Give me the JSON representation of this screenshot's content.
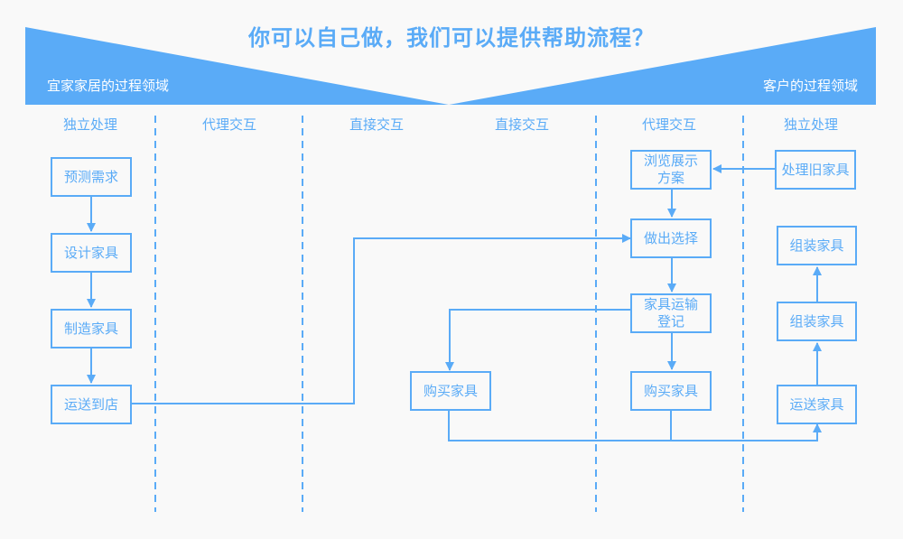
{
  "title": "你可以自己做，我们可以提供帮助流程？",
  "banners": {
    "left_label": "宜家家居的过程领域",
    "right_label": "客户的过程领域"
  },
  "colors": {
    "accent": "#5aabf7",
    "background": "#f9f9f9",
    "banner_text": "#ffffff"
  },
  "lanes": [
    {
      "label": "独立处理"
    },
    {
      "label": "代理交互"
    },
    {
      "label": "直接交互"
    },
    {
      "label": "直接交互"
    },
    {
      "label": "代理交互"
    },
    {
      "label": "独立处理"
    }
  ],
  "nodes": {
    "forecast": "预测需求",
    "design": "设计家具",
    "manufacture": "制造家具",
    "ship_to_store": "运送到店",
    "browse": "浏览展示\n方案",
    "choose": "做出选择",
    "register": "家具运输\n登记",
    "buy_direct": "购买家具",
    "buy_agent": "购买家具",
    "dispose_old": "处理旧家具",
    "assemble_top": "组装家具",
    "assemble_mid": "组装家具",
    "deliver": "运送家具"
  }
}
